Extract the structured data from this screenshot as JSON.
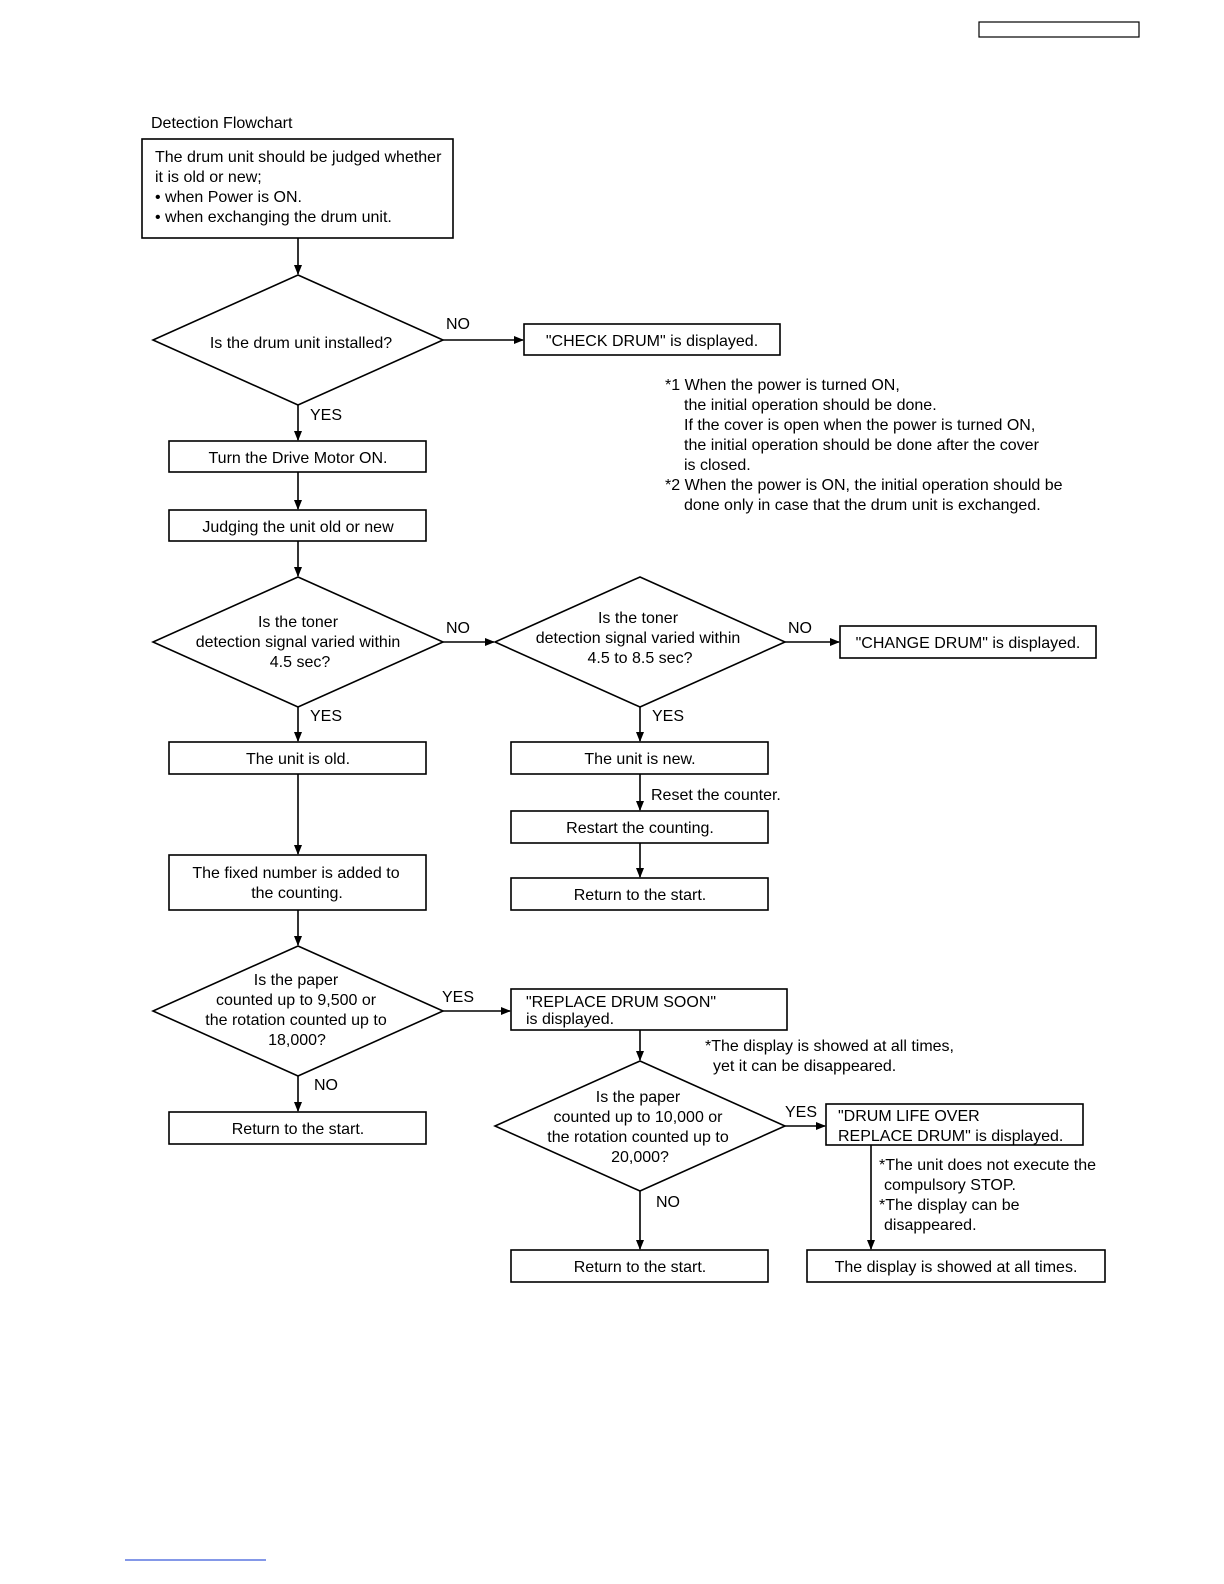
{
  "header_box_text": "",
  "title": "Detection Flowchart",
  "start_box": [
    "The drum unit should be judged whether",
    "it is old or new;",
    "• when Power is ON.",
    "• when exchanging the drum unit."
  ],
  "d_installed": [
    "Is the drum unit installed?"
  ],
  "check_drum": "\"CHECK DRUM\" is displayed.",
  "notes": [
    "*1 When the power is turned ON,",
    "the initial operation should be done.",
    "If the cover is open when the power is turned ON,",
    "the initial operation should be done after the cover",
    "is closed.",
    "*2 When the power is ON, the initial operation should be",
    "done only in case that the drum unit is exchanged."
  ],
  "drive_motor": "Turn the Drive Motor ON.",
  "judging": "Judging the unit old or new",
  "d_toner1": [
    "Is the toner",
    "detection signal varied within",
    "4.5 sec?"
  ],
  "d_toner2": [
    "Is the toner",
    "detection signal varied within",
    "4.5 to 8.5 sec?"
  ],
  "change_drum": "\"CHANGE DRUM\" is displayed.",
  "unit_old": "The unit is old.",
  "unit_new": "The unit is new.",
  "reset_counter": "Reset the counter.",
  "restart": "Restart the counting.",
  "return_start": "Return to the start.",
  "fixed_number": [
    "The fixed number is added to",
    "the counting."
  ],
  "d_paper1": [
    "Is the paper",
    "counted up to 9,500 or",
    "the rotation counted up to",
    "18,000?"
  ],
  "replace_soon": [
    "\"REPLACE DRUM SOON\"",
    "is displayed."
  ],
  "replace_note": [
    "*The display is showed at all times,",
    "yet it can be disappeared."
  ],
  "d_paper2": [
    "Is the paper",
    "counted up to 10,000 or",
    "the rotation counted up to",
    "20,000?"
  ],
  "life_over": [
    "\"DRUM LIFE OVER",
    "REPLACE DRUM\" is displayed."
  ],
  "life_note": [
    "*The unit does not execute the",
    "compulsory STOP.",
    "*The display can be",
    "disappeared."
  ],
  "display_always": "The display is showed at all times.",
  "labels": {
    "yes": "YES",
    "no": "NO"
  }
}
